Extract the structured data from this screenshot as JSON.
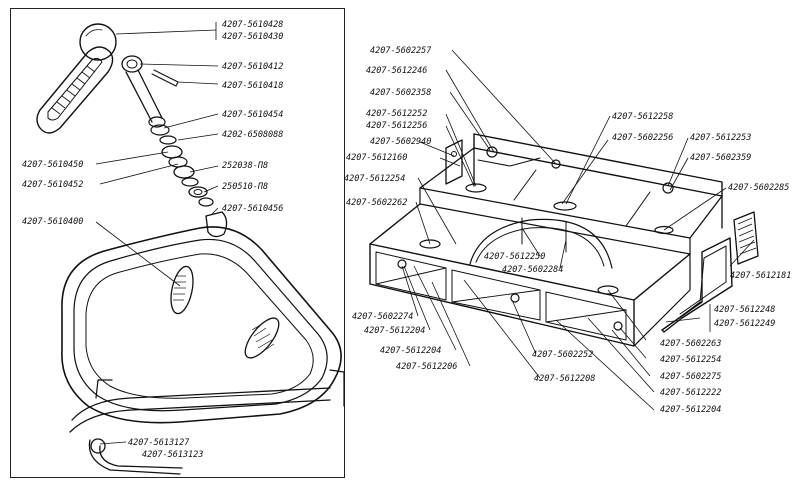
{
  "left_panel": {
    "labels": {
      "l1": "4207-5610428",
      "l2": "4207-5610430",
      "l3": "4207-5610412",
      "l4": "4207-5610418",
      "l5": "4207-5610454",
      "l6": "4202-6508088",
      "l7": "4207-5610450",
      "l8": "252038-П8",
      "l9": "4207-5610452",
      "l10": "250510-П8",
      "l11": "4207-5610456",
      "l12": "4207-5610400",
      "l13": "4207-5613127",
      "l14": "4207-5613123"
    }
  },
  "right_panel": {
    "labels": {
      "r1": "4207-5602257",
      "r2": "4207-5612246",
      "r3": "4207-5602358",
      "r4": "4207-5612252",
      "r5": "4207-5612256",
      "r6": "4207-5612160",
      "r7": "4207-5602940",
      "r8": "4207-5612254",
      "r9": "4207-5602262",
      "r10": "4207-5612258",
      "r11": "4207-5602256",
      "r12": "4207-5612253",
      "r13": "4207-5602359",
      "r14": "4207-5602285",
      "r15": "4207-5612250",
      "r16": "4207-5602284",
      "r17": "4207-5612181",
      "r18": "4207-5602274",
      "r19": "4207-5612204",
      "r20": "4207-5612204",
      "r21": "4207-5612206",
      "r22": "4207-5602252",
      "r23": "4207-5612208",
      "r24": "4207-5612248",
      "r25": "4207-5612249",
      "r26": "4207-5602263",
      "r27": "4207-5612254",
      "r28": "4207-5602275",
      "r29": "4207-5612222",
      "r30": "4207-5612204"
    }
  }
}
